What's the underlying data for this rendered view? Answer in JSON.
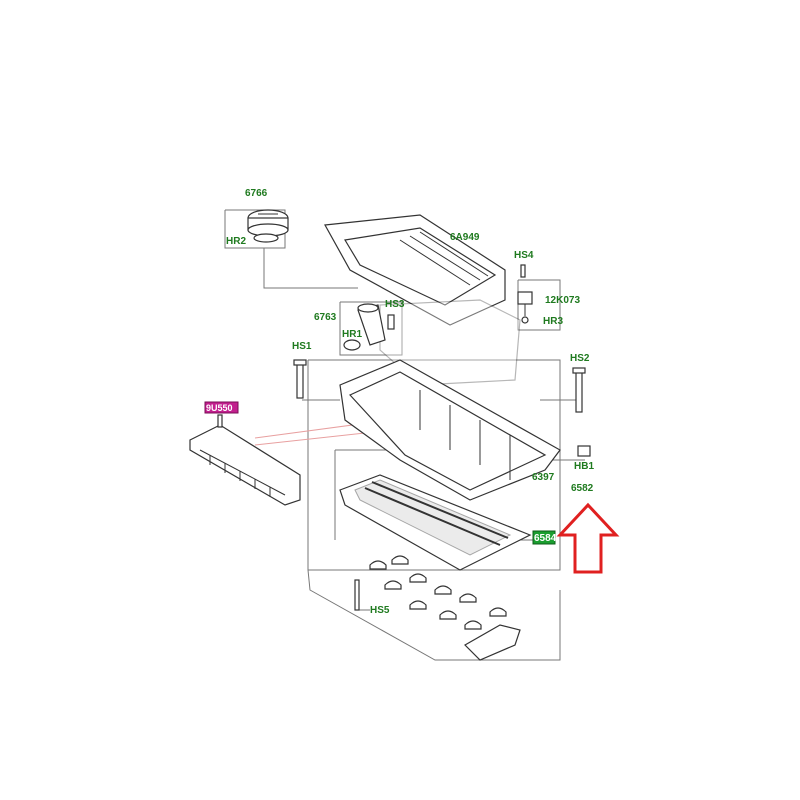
{
  "diagram": {
    "colors": {
      "label_green": "#1f7a1f",
      "label_highlight_green_bg": "#1a9e2f",
      "label_highlight_green_text": "#ffffff",
      "label_highlight_magenta_bg": "#c21f8e",
      "label_highlight_magenta_text": "#ffffff",
      "pointer_red": "#e8a0a0",
      "arrow_red": "#e02020",
      "line_gray": "#777777"
    },
    "labels": {
      "p6766": "6766",
      "hr2": "HR2",
      "p6a949": "6A949",
      "hs4": "HS4",
      "p12k073": "12K073",
      "hr3": "HR3",
      "p6763": "6763",
      "hs3": "HS3",
      "hr1": "HR1",
      "hs1": "HS1",
      "hs2": "HS2",
      "hb1": "HB1",
      "p6397": "6397",
      "p6582": "6582",
      "p6584": "6584",
      "p9u550": "9U550",
      "hs5": "HS5"
    },
    "arrow_icon": "up-arrow-outline-icon"
  }
}
